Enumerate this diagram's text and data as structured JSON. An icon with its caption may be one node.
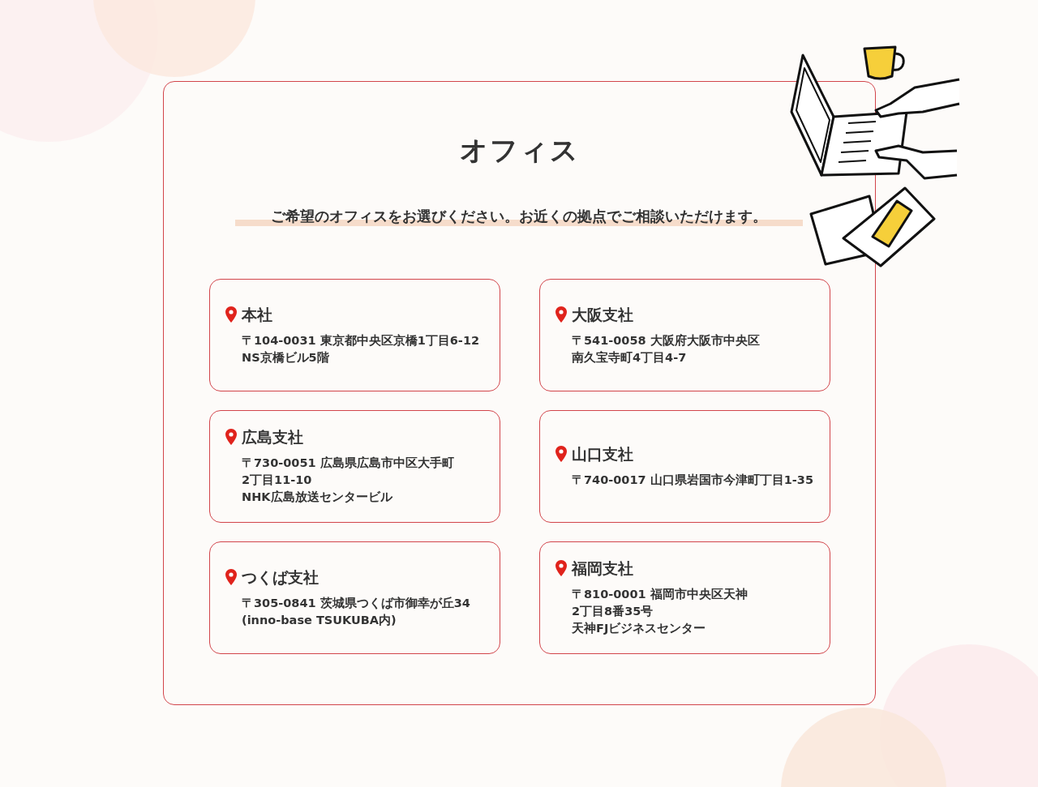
{
  "diagram": {
    "nodes": [
      {
        "text": [
          "オフィス",
          "ご希望のオフィスをお選びください。お近くの拠点でご相談いただけます。"
        ]
      },
      {
        "text": [
          "本社",
          "〒104-0031 東京都中央区京橋1丁目6-12",
          "NS京橋ビル5階"
        ],
        "in": 0
      },
      {
        "text": [
          "大阪支社",
          "〒541-0058 大阪府大阪市中央区",
          "南久宝寺町4丁目4-7"
        ],
        "in": 0
      },
      {
        "text": [
          "広島支社",
          "〒730-0051 広島県広島市中区大手町",
          "2丁目11-10",
          "NHK広島放送センタービル"
        ],
        "in": 0
      },
      {
        "text": [
          "山口支社",
          "〒740-0017 山口県岩国市今津町丁目1-35"
        ],
        "in": 0
      },
      {
        "text": [
          "つくば支社",
          "〒305-0841 茨城県つくば市御幸が丘34",
          "(inno-base TSUKUBA内)"
        ],
        "in": 0
      },
      {
        "text": [
          "福岡支社",
          "〒810-0001 福岡市中央区天神",
          "2丁目8番35号",
          "天神FJビジネスセンター"
        ],
        "in": 0
      }
    ]
  }
}
